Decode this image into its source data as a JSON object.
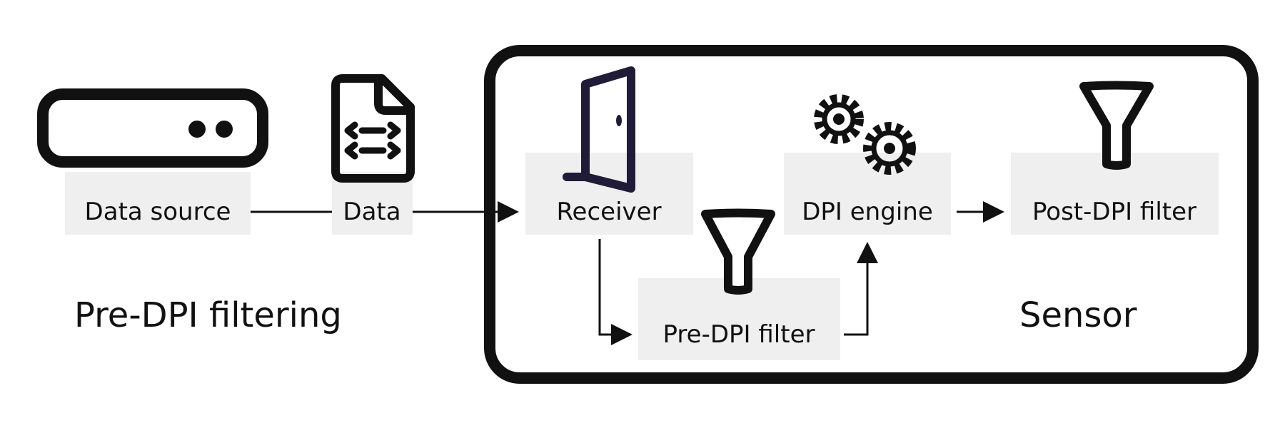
{
  "diagram": {
    "left_caption": "Pre-DPI filtering",
    "sensor_caption": "Sensor",
    "nodes": {
      "data_source": "Data source",
      "data": "Data",
      "receiver": "Receiver",
      "pre_dpi_filter": "Pre-DPI filter",
      "dpi_engine": "DPI engine",
      "post_dpi_filter": "Post-DPI filter"
    },
    "icons": {
      "data_source": "server-icon",
      "data": "document-icon",
      "receiver": "door-icon",
      "pre_dpi_filter": "funnel-icon",
      "dpi_engine": "gears-icon",
      "post_dpi_filter": "funnel-icon"
    }
  },
  "colors": {
    "stroke": "#111111",
    "door": "#201b36",
    "label_bg": "#efefef",
    "background": "#ffffff"
  }
}
